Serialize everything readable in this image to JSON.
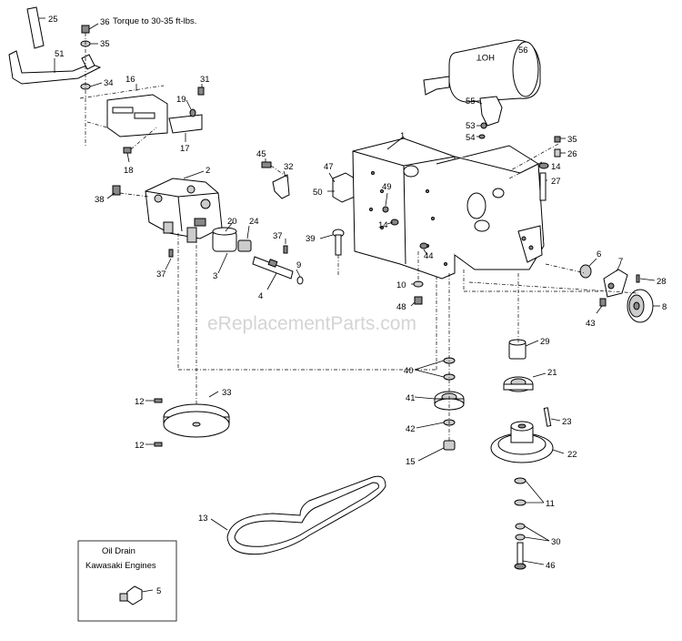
{
  "notes": {
    "torque": "Torque to 30-35 ft-lbs.",
    "inset_line1": "Oil Drain",
    "inset_line2": "Kawasaki Engines"
  },
  "watermark": "eReplacementParts.com",
  "muffler_stamp": "HOT",
  "callouts": {
    "c1": "1",
    "c2": "2",
    "c3": "3",
    "c4": "4",
    "c5": "5",
    "c6": "6",
    "c7": "7",
    "c8": "8",
    "c9": "9",
    "c10": "10",
    "c11": "11",
    "c12a": "12",
    "c12b": "12",
    "c13": "13",
    "c14a": "14",
    "c14b": "14",
    "c15": "15",
    "c16": "16",
    "c17": "17",
    "c18": "18",
    "c19": "19",
    "c20": "20",
    "c21": "21",
    "c22": "22",
    "c23": "23",
    "c24": "24",
    "c25": "25",
    "c26": "26",
    "c27": "27",
    "c28": "28",
    "c29": "29",
    "c30": "30",
    "c31": "31",
    "c32": "32",
    "c33": "33",
    "c34": "34",
    "c35a": "35",
    "c35b": "35",
    "c36": "36",
    "c37a": "37",
    "c37b": "37",
    "c38": "38",
    "c39": "39",
    "c40": "40",
    "c41": "41",
    "c42": "42",
    "c43": "43",
    "c44": "44",
    "c45": "45",
    "c46": "46",
    "c47": "47",
    "c48": "48",
    "c49": "49",
    "c50": "50",
    "c51": "51",
    "c53": "53",
    "c54": "54",
    "c55": "55",
    "c56": "56"
  }
}
